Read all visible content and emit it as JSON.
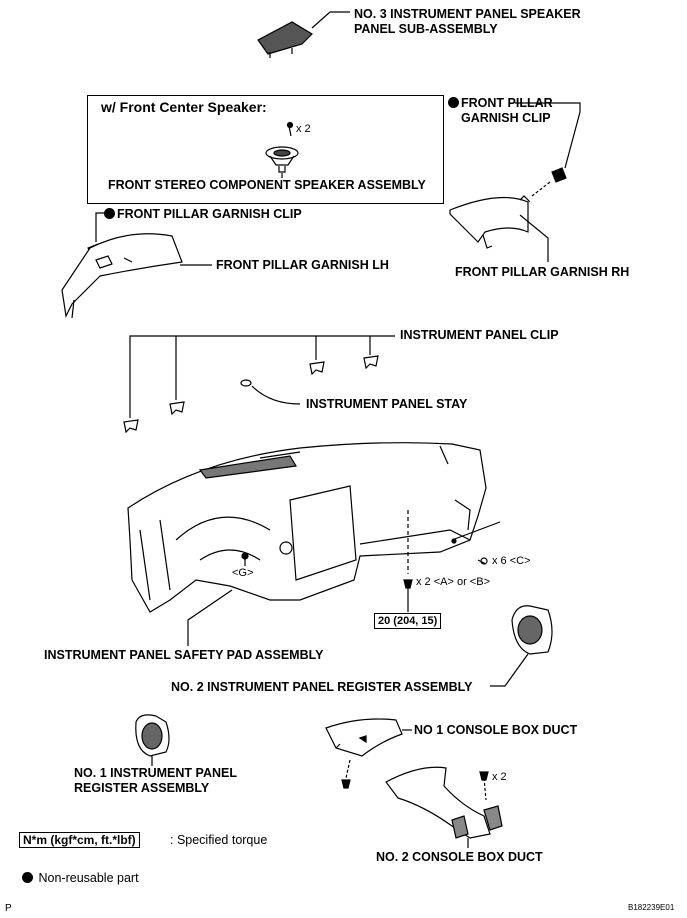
{
  "labels": {
    "no3_speaker_panel_l1": "NO. 3 INSTRUMENT PANEL SPEAKER",
    "no3_speaker_panel_l2": "PANEL SUB-ASSEMBLY",
    "center_speaker_title": "w/ Front Center Speaker:",
    "screw_x2_top": "x 2",
    "front_stereo_speaker": "FRONT STEREO COMPONENT SPEAKER ASSEMBLY",
    "front_pillar_clip_rh_l1": "FRONT PILLAR",
    "front_pillar_clip_rh_l2": "GARNISH CLIP",
    "front_pillar_clip_lh": "FRONT PILLAR GARNISH CLIP",
    "front_pillar_garnish_lh": "FRONT PILLAR GARNISH LH",
    "front_pillar_garnish_rh": "FRONT PILLAR GARNISH RH",
    "instrument_panel_clip": "INSTRUMENT PANEL CLIP",
    "instrument_panel_stay": "INSTRUMENT PANEL STAY",
    "clip_g": "<G>",
    "clip_x6_c": "x 6 <C>",
    "bolt_x2_ab": "x 2  <A> or <B>",
    "torque_value": "20 (204, 15)",
    "safety_pad": "INSTRUMENT PANEL SAFETY PAD ASSEMBLY",
    "no2_register": "NO. 2 INSTRUMENT PANEL REGISTER ASSEMBLY",
    "no1_console_duct": "NO  1 CONSOLE BOX DUCT",
    "no1_register_l1": "NO. 1 INSTRUMENT PANEL",
    "no1_register_l2": "REGISTER ASSEMBLY",
    "screw_x2_bottom": "x 2",
    "no2_console_duct": "NO. 2 CONSOLE BOX DUCT"
  },
  "legend": {
    "torque_unit": "N*m (kgf*cm, ft.*lbf)",
    "torque_desc": ": Specified torque",
    "nonreusable": "Non-reusable part"
  },
  "footer": {
    "left_mark": "P",
    "figure_id": "B182239E01"
  }
}
